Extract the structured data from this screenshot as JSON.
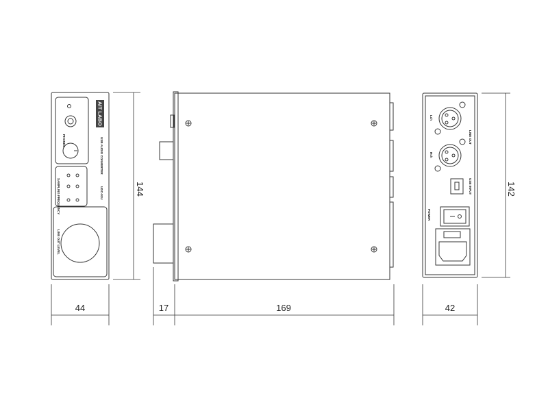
{
  "front": {
    "brand": "AIT LABO",
    "product": "USB AUDIO CONVERTER",
    "model": "UDC-01U",
    "phones_label": "PHONES",
    "sampling_label": "SAMPLING FREQUENCY",
    "level_label": "LINE OUT LEVEL"
  },
  "rear": {
    "lch": "Lch",
    "rch": "Rch",
    "line_out": "LINE OUT",
    "usb_input": "USB INPUT",
    "power": "POWER"
  },
  "dimensions": {
    "front_height": "144",
    "front_width": "44",
    "knob_depth": "17",
    "body_depth": "169",
    "rear_width": "42",
    "rear_height": "142"
  }
}
